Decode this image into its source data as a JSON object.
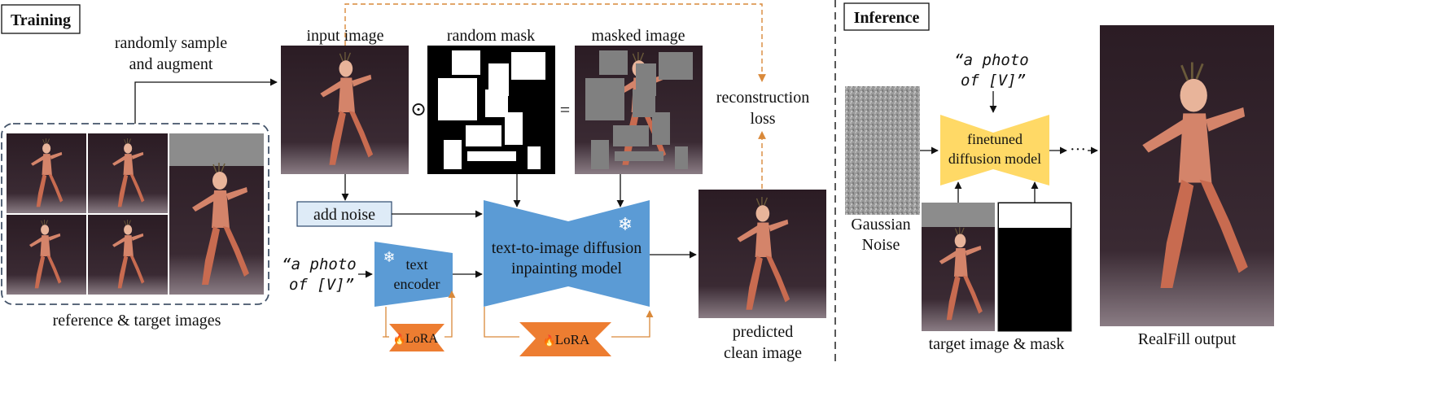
{
  "training": {
    "section_label": "Training",
    "sample_label": [
      "randomly sample",
      "and augment"
    ],
    "reference_label": "reference & target images",
    "input_label": "input image",
    "mask_label": "random mask",
    "masked_label": "masked image",
    "odot_symbol": "⊙",
    "equals_symbol": "=",
    "reconstruction_label": [
      "reconstruction",
      "loss"
    ],
    "add_noise_label": "add noise",
    "prompt": [
      "“a photo",
      "of [V]”"
    ],
    "text_encoder_label": [
      "text",
      "encoder"
    ],
    "lora_label": "LoRA",
    "fire_glyph": "🔥",
    "snow_glyph": "❄",
    "diffusion_label": [
      "text-to-image diffusion",
      "inpainting model"
    ],
    "predicted_label": [
      "predicted",
      "clean image"
    ]
  },
  "inference": {
    "section_label": "Inference",
    "prompt": [
      "“a photo",
      "of [V]”"
    ],
    "noise_label": [
      "Gaussian",
      "Noise"
    ],
    "finetuned_label": [
      "finetuned",
      "diffusion model"
    ],
    "ellipsis": "···",
    "target_label": "target image & mask",
    "output_label": "RealFill output"
  },
  "colors": {
    "blue_model": "#5b9bd5",
    "orange_lora": "#ed7d31",
    "yellow_model": "#ffd966",
    "add_noise_fill": "#deebf7",
    "dashed_orange": "#d9893a",
    "photo_bg": "#2a1a22",
    "dancer": "#d4846a"
  }
}
